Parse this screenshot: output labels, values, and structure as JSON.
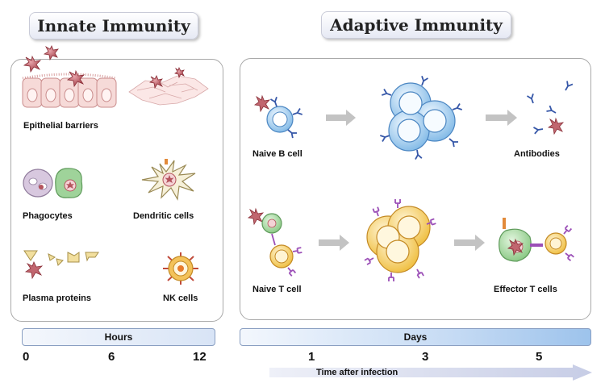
{
  "innate": {
    "title": "Innate Immunity",
    "items": {
      "epithelial": "Epithelial barriers",
      "phagocytes": "Phagocytes",
      "dendritic": "Dendritic cells",
      "plasma": "Plasma proteins",
      "nk": "NK cells"
    },
    "timescale": {
      "label": "Hours",
      "ticks": [
        "0",
        "6",
        "12"
      ]
    }
  },
  "adaptive": {
    "title": "Adaptive Immunity",
    "items": {
      "naive_b": "Naive B cell",
      "antibodies": "Antibodies",
      "naive_t": "Naive T cell",
      "effector_t": "Effector T cells"
    },
    "timescale": {
      "label": "Days",
      "ticks": [
        "1",
        "3",
        "5"
      ]
    }
  },
  "time_axis_label": "Time after infection",
  "colors": {
    "microbe": "#b5545d",
    "b_cell": "#8fc3ea",
    "t_cell": "#f2c64e",
    "phagocyte_green": "#9fd39a",
    "receptor_blue": "#3657a8",
    "receptor_purple": "#9b4fb7",
    "arrow_gray": "#c3c3c3"
  }
}
